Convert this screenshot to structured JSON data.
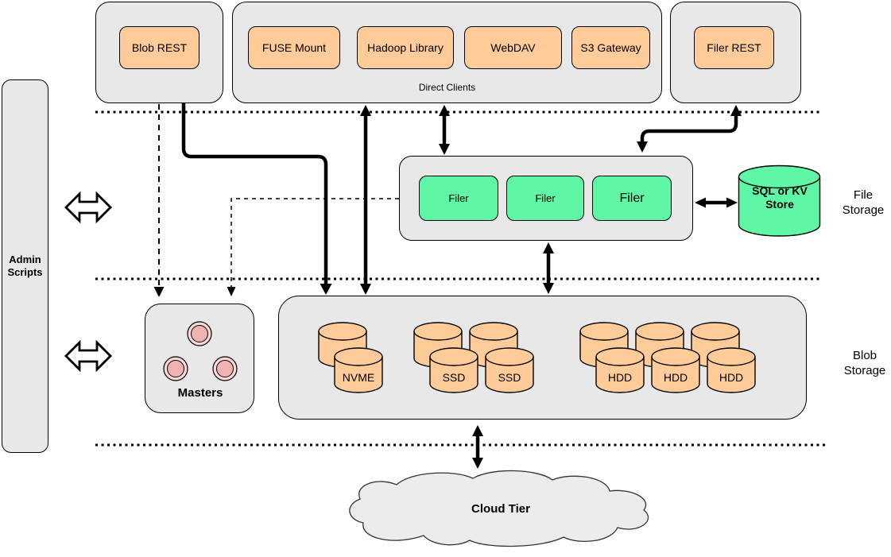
{
  "top_row": {
    "blob_rest_label": "Blob REST",
    "direct_clients": {
      "caption": "Direct Clients",
      "items": [
        "FUSE Mount",
        "Hadoop Library",
        "WebDAV",
        "S3 Gateway"
      ]
    },
    "filer_rest_label": "Filer REST"
  },
  "admin": {
    "label": "Admin Scripts"
  },
  "file_storage": {
    "filers": [
      "Filer",
      "Filer",
      "Filer"
    ],
    "kv_store_label": "SQL or KV Store",
    "side_label": "File Storage"
  },
  "masters": {
    "label": "Masters"
  },
  "blob_storage": {
    "side_label": "Blob Storage",
    "disks": [
      "NVME",
      "SSD",
      "SSD",
      "HDD",
      "HDD",
      "HDD"
    ]
  },
  "cloud": {
    "label": "Cloud Tier"
  },
  "colors": {
    "container_gray": "#E8E8E8",
    "client_orange": "#FFCC99",
    "filer_green": "#5FF7A6",
    "master_pink": "#F8D7D7",
    "master_pink_inner": "#F1B3B1",
    "cloud_gray": "#ECECEC"
  }
}
